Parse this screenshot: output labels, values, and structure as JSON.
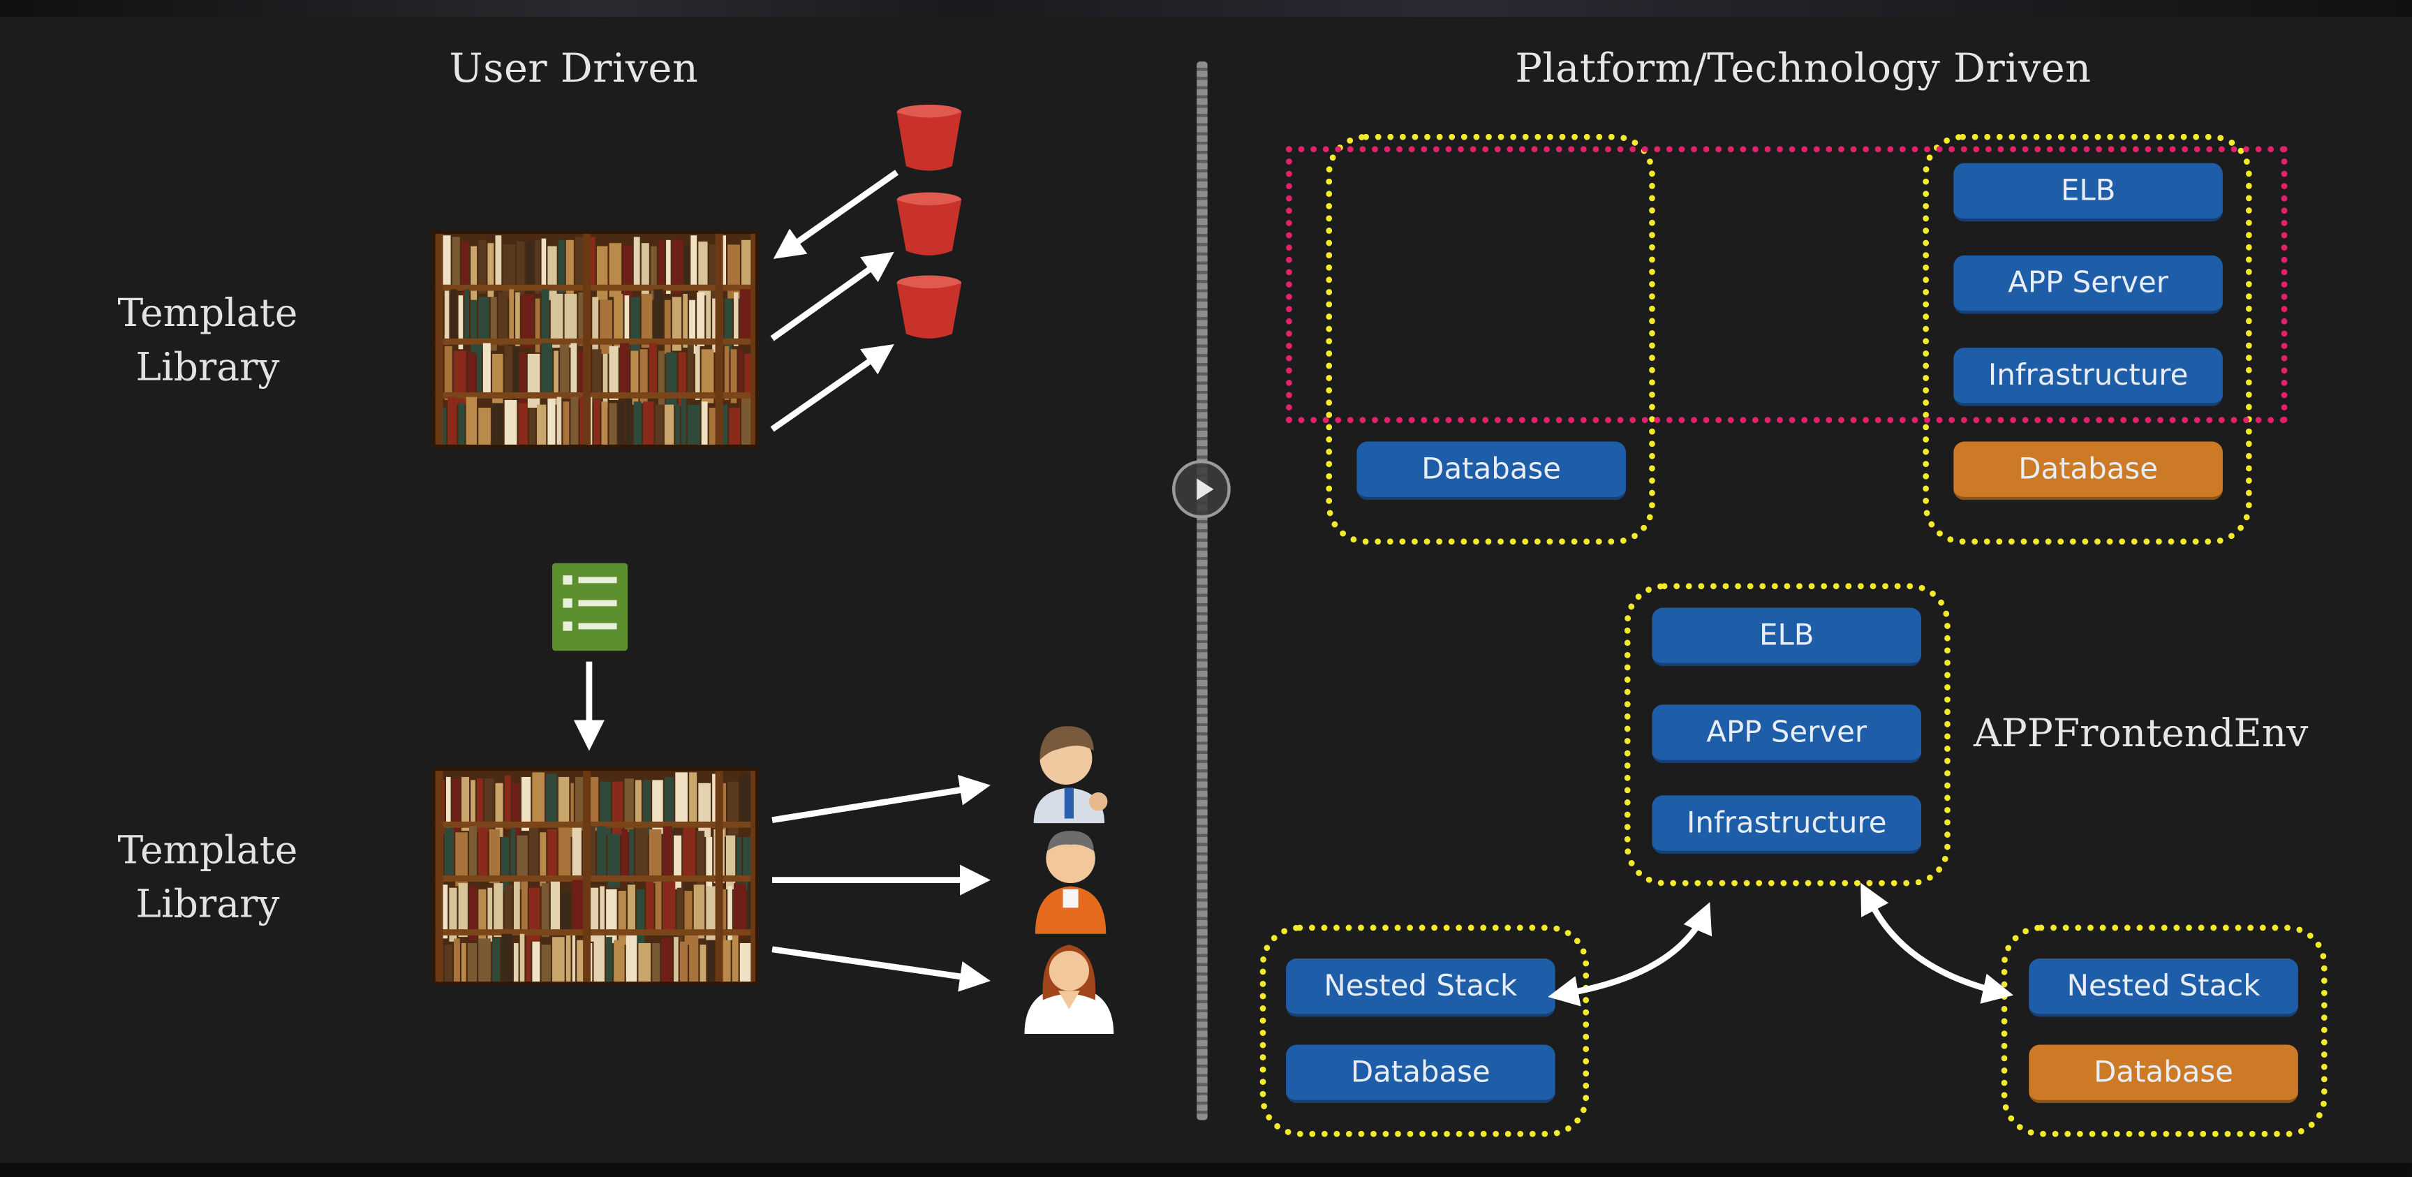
{
  "left_panel": {
    "title": "User Driven",
    "template_library_top": {
      "line1": "Template",
      "line2": "Library"
    },
    "template_library_bottom": {
      "line1": "Template",
      "line2": "Library"
    }
  },
  "right_panel": {
    "title": "Platform/Technology Driven",
    "top_left_stack": {
      "database": "Database"
    },
    "top_right_stack": {
      "elb": "ELB",
      "app_server": "APP Server",
      "infrastructure": "Infrastructure",
      "database": "Database"
    },
    "center_stack": {
      "elb": "ELB",
      "app_server": "APP Server",
      "infrastructure": "Infrastructure",
      "name": "APPFrontendEnv"
    },
    "bottom_left_stack": {
      "nested_stack": "Nested Stack",
      "database": "Database"
    },
    "bottom_right_stack": {
      "nested_stack": "Nested Stack",
      "database": "Database"
    }
  },
  "colors": {
    "background": "#1c1c1d",
    "blue_box": "#1e5da7",
    "orange_box": "#cc7a26",
    "yellow_dotted": "#f3ea2b",
    "magenta_dotted": "#e3216c",
    "bucket_red": "#c8322a",
    "form_green": "#5c8f2e"
  },
  "icons": [
    "s3-bucket-icon",
    "form-checklist-icon",
    "user-thumbs-up-icon",
    "user-man-icon",
    "user-woman-icon",
    "play-icon"
  ]
}
